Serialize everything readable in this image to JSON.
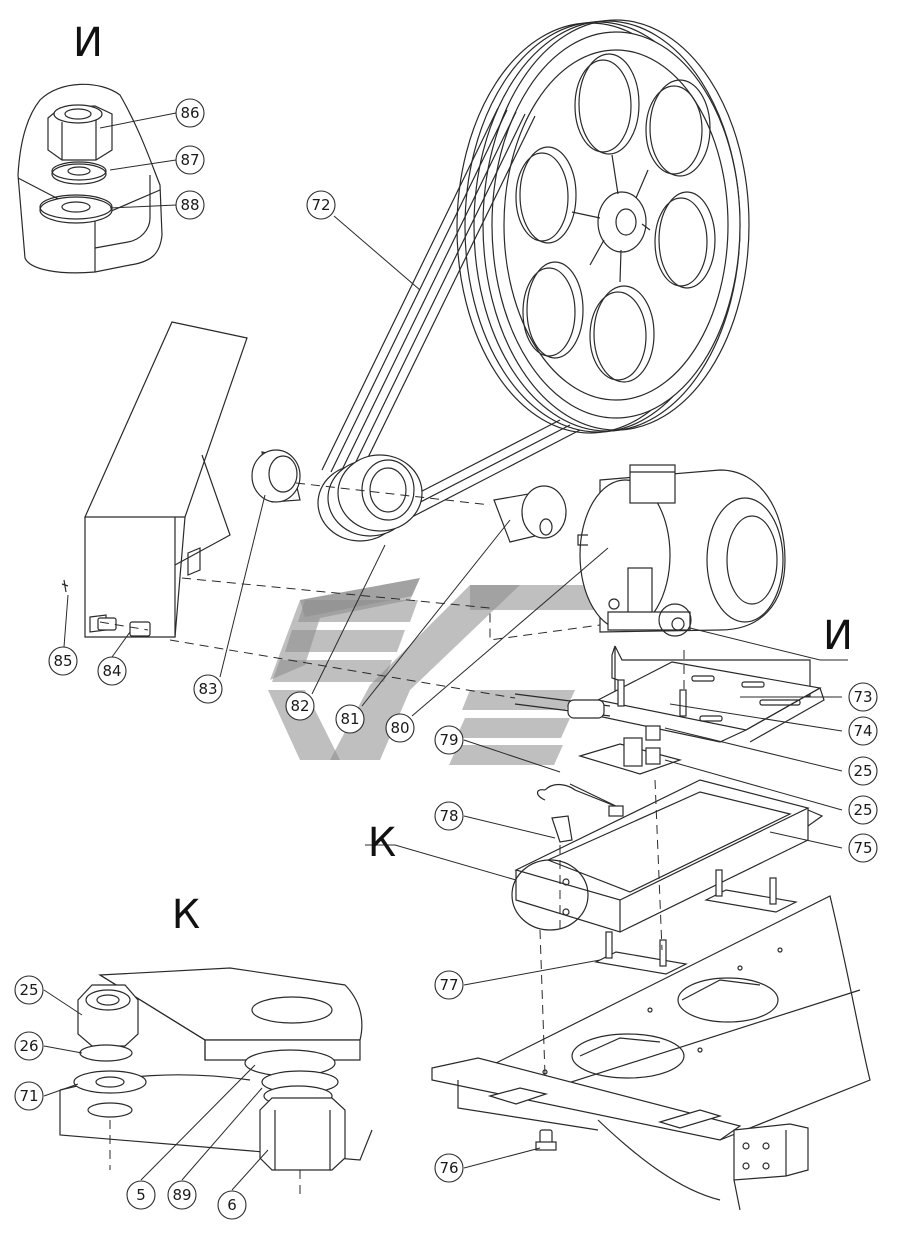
{
  "views": {
    "detail_i": "И",
    "detail_k": "К"
  },
  "callouts": {
    "c86": "86",
    "c87": "87",
    "c88": "88",
    "c72": "72",
    "c73": "73",
    "c74": "74",
    "c75": "75",
    "c25a": "25",
    "c25b": "25",
    "c25c": "25",
    "c77": "77",
    "c76": "76",
    "c78": "78",
    "c79": "79",
    "c80": "80",
    "c81": "81",
    "c82": "82",
    "c83": "83",
    "c84": "84",
    "c85": "85",
    "c26": "26",
    "c71": "71",
    "c5": "5",
    "c89": "89",
    "c6": "6"
  },
  "watermark": {
    "color": "#8a8a8a"
  }
}
